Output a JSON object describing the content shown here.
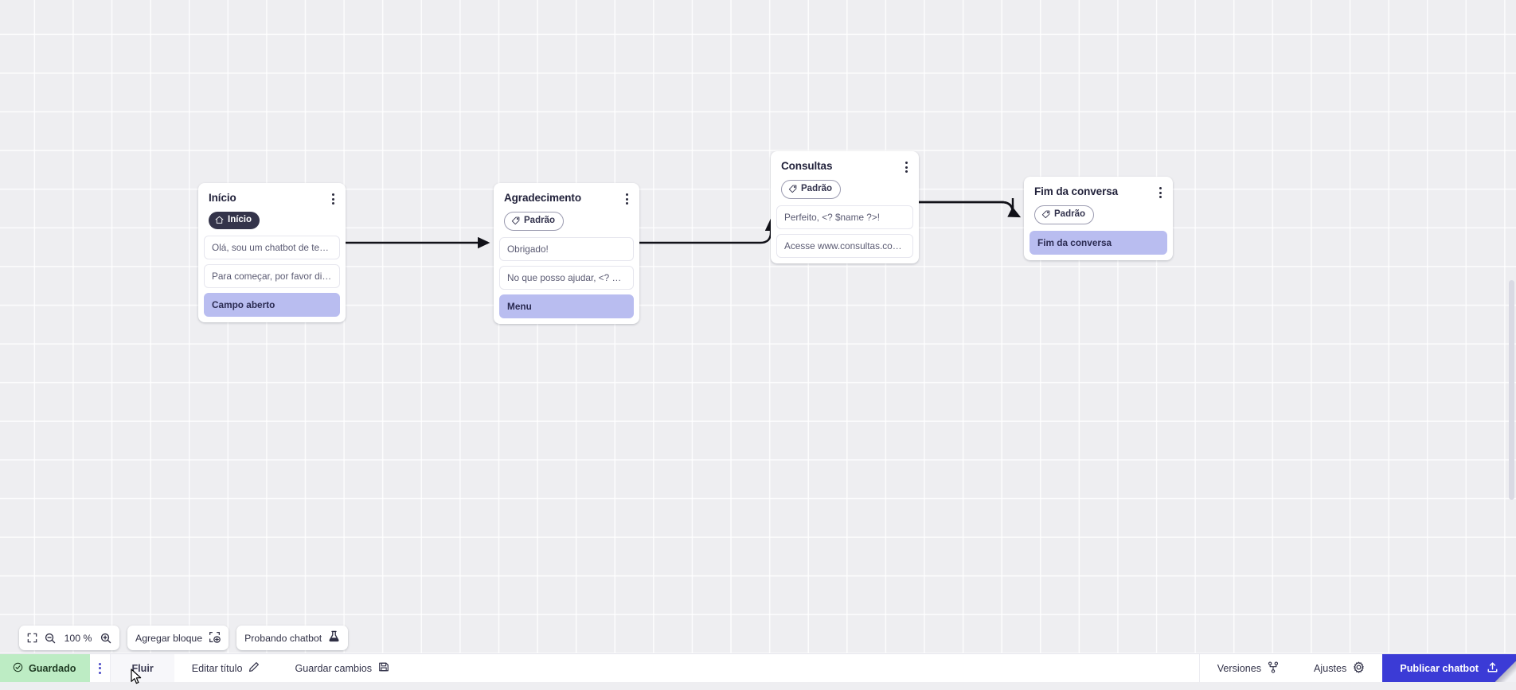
{
  "app": {
    "canvas_zoom": "100 %",
    "accent_color": "#3b3bd6",
    "node_accent_color": "#b9bdf0",
    "saved_color": "#bdecc4"
  },
  "nodes": [
    {
      "id": "inicio",
      "title": "Início",
      "badge": {
        "label": "Início",
        "icon": "home-icon",
        "style": "dark"
      },
      "slots": [
        {
          "text": "Olá, sou um chatbot de teste!",
          "accent": false
        },
        {
          "text": "Para começar, por favor digite o ...",
          "accent": false
        },
        {
          "text": "Campo aberto",
          "accent": true
        }
      ]
    },
    {
      "id": "agradecimento",
      "title": "Agradecimento",
      "badge": {
        "label": "Padrão",
        "icon": "tag-icon",
        "style": "outline"
      },
      "slots": [
        {
          "text": "Obrigado!",
          "accent": false
        },
        {
          "text": "No que posso ajudar, <? $name ...",
          "accent": false
        },
        {
          "text": "Menu",
          "accent": true
        }
      ]
    },
    {
      "id": "consultas",
      "title": "Consultas",
      "badge": {
        "label": "Padrão",
        "icon": "tag-icon",
        "style": "outline"
      },
      "slots": [
        {
          "text": "Perfeito, <? $name ?>!",
          "accent": false
        },
        {
          "text": "Acesse www.consultas.com par...",
          "accent": false
        }
      ]
    },
    {
      "id": "fim",
      "title": "Fim da conversa",
      "badge": {
        "label": "Padrão",
        "icon": "tag-icon",
        "style": "outline"
      },
      "slots": [
        {
          "text": "Fim da conversa",
          "accent": true
        }
      ]
    }
  ],
  "toolbar": {
    "fit_icon": "fit-screen-icon",
    "zoom_out_icon": "zoom-out-icon",
    "zoom_level": "100 %",
    "zoom_in_icon": "zoom-in-icon",
    "add_block_label": "Agregar bloque",
    "add_block_icon": "add-block-icon",
    "test_bot_label": "Probando chatbot",
    "test_bot_icon": "flask-icon"
  },
  "bottombar": {
    "saved_label": "Guardado",
    "saved_icon": "check-circle-icon",
    "kebab_icon": "kebab-menu-icon",
    "flow_label": "Fluir",
    "edit_title_label": "Editar título",
    "edit_title_icon": "pencil-icon",
    "save_changes_label": "Guardar cambios",
    "save_changes_icon": "save-disk-icon",
    "versions_label": "Versiones",
    "versions_icon": "branch-icon",
    "settings_label": "Ajustes",
    "settings_icon": "gear-icon",
    "publish_label": "Publicar chatbot",
    "publish_icon": "upload-icon"
  }
}
